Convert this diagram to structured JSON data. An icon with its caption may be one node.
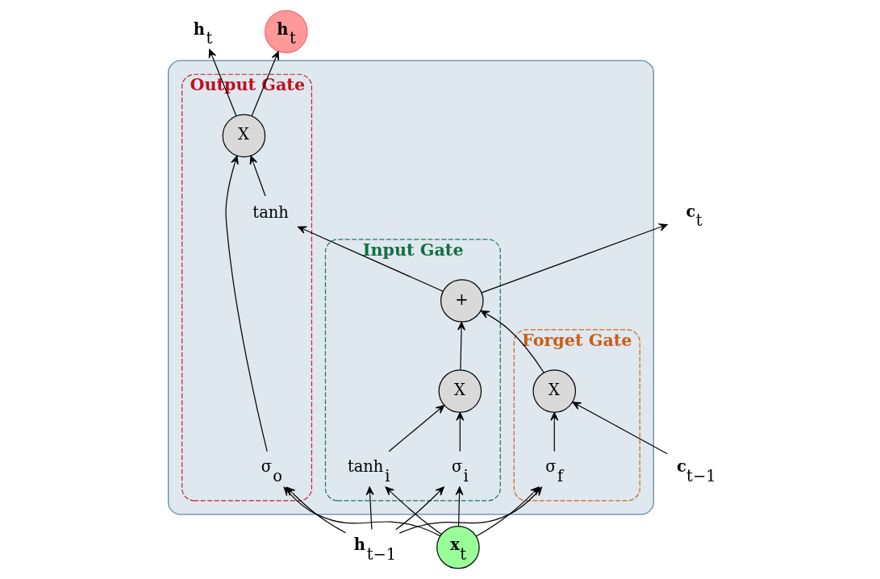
{
  "diagram": {
    "nodes": [
      {
        "text": [],
        "shape": "box"
      },
      {
        "text": [
          "Forget Gate"
        ],
        "in": 0
      },
      {
        "text": [
          "Input Gate"
        ],
        "in": 0
      },
      {
        "text": [
          "Output Gate"
        ],
        "in": 0
      },
      {
        "text": [
          "**c**$_{t−1}$"
        ]
      },
      {
        "text": [
          "X"
        ],
        "in": 1
      },
      {
        "text": [
          "+"
        ],
        "in": 2
      },
      {
        "text": [
          "**c**$_{t}$"
        ]
      },
      {
        "text": [
          "tanh"
        ],
        "in": 3
      },
      {
        "text": [
          "X"
        ],
        "in": 3
      },
      {
        "text": [
          "X"
        ],
        "in": 2
      },
      {
        "text": [
          "σ$_{f}$"
        ],
        "in": 1
      },
      {
        "text": [
          "σ$_{i}$"
        ],
        "in": 2
      },
      {
        "text": [
          "tanh$_{i}$"
        ],
        "in": 2
      },
      {
        "text": [
          "σ$_{o}$"
        ],
        "in": 3
      },
      {
        "text": [
          "**h**$_{t−1}$"
        ]
      },
      {
        "text": [
          "**h**$_{t}$"
        ]
      },
      {
        "text": [
          "**h**$_{t}$"
        ]
      },
      {
        "text": [
          "**x**$_{t}$"
        ]
      }
    ],
    "edges": [
      {
        "from": 4,
        "to": 5,
        "arrow": "to"
      },
      {
        "from": 5,
        "to": 6,
        "arrow": "to"
      },
      {
        "from": 6,
        "to": 7,
        "arrow": "to"
      },
      {
        "from": 6,
        "to": 8,
        "arrow": "to"
      },
      {
        "from": 8,
        "to": 9,
        "arrow": "to"
      },
      {
        "from": 11,
        "to": 5,
        "arrow": "to"
      },
      {
        "from": 12,
        "to": 10,
        "arrow": "to"
      },
      {
        "from": 13,
        "to": 10,
        "arrow": "to"
      },
      {
        "from": 10,
        "to": 6,
        "arrow": "to"
      },
      {
        "from": 14,
        "to": 9,
        "arrow": "to"
      },
      {
        "from": 15,
        "to": 11,
        "arrow": "to"
      },
      {
        "from": 15,
        "to": 12,
        "arrow": "to"
      },
      {
        "from": 15,
        "to": 13,
        "arrow": "to"
      },
      {
        "from": 15,
        "to": 14,
        "arrow": "to"
      },
      {
        "from": 18,
        "to": 11,
        "arrow": "to"
      },
      {
        "from": 18,
        "to": 12,
        "arrow": "to"
      },
      {
        "from": 18,
        "to": 13,
        "arrow": "to"
      },
      {
        "from": 18,
        "to": 14,
        "arrow": "to"
      },
      {
        "from": 9,
        "to": 16,
        "arrow": "to"
      },
      {
        "from": 9,
        "to": 17,
        "arrow": "to"
      }
    ]
  }
}
